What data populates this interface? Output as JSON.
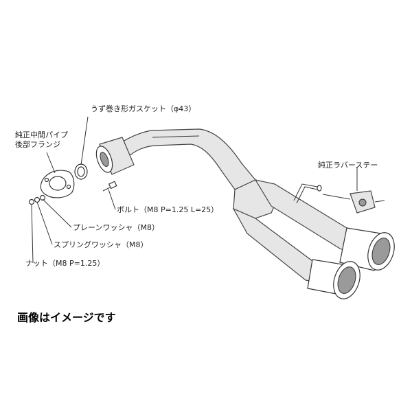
{
  "labels": {
    "gasket": "うず巻き形ガスケット（φ43）",
    "flange_line1": "純正中間パイプ",
    "flange_line2": "後部フランジ",
    "rubber_stay": "純正ラバーステー",
    "bolt": "ボルト（M8 P=1.25 L=25）",
    "plain_washer": "プレーンワッシャ（M8）",
    "spring_washer": "スプリングワッシャ（M8）",
    "nut": "ナット（M8 P=1.25）"
  },
  "caption": "画像はイメージです"
}
